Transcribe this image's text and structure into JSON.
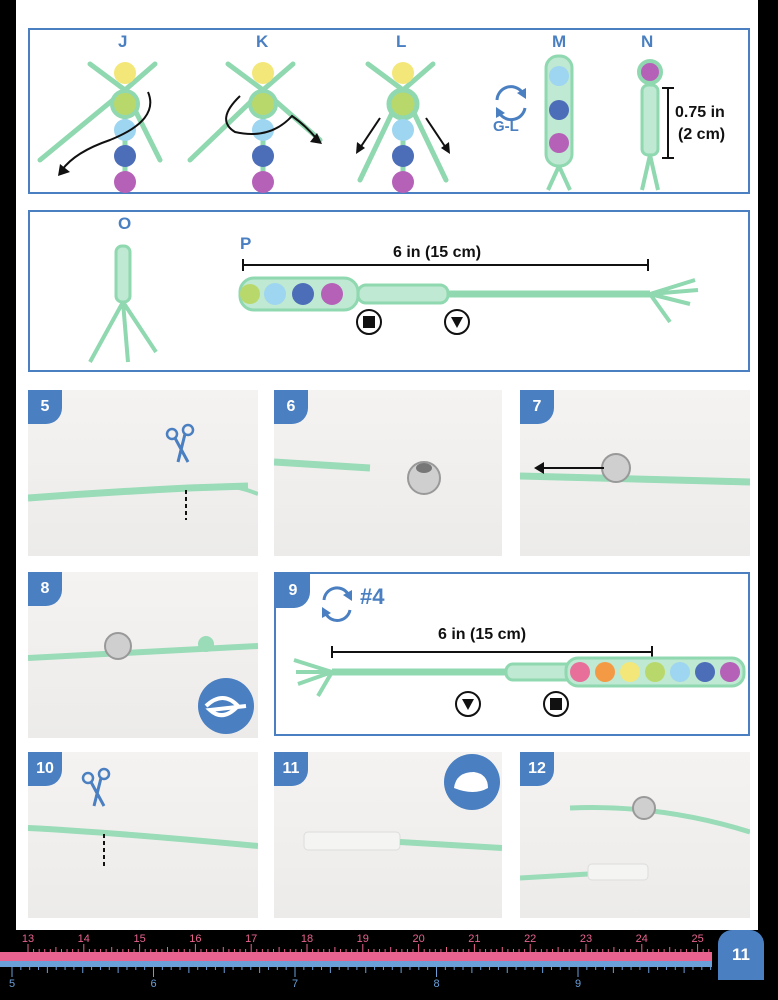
{
  "panel_top": {
    "labels": [
      "J",
      "K",
      "L",
      "M",
      "N"
    ],
    "repeat_label": "G-L",
    "measure_in": "0.75 in",
    "measure_cm": "(2 cm)"
  },
  "panel_mid": {
    "label_o": "O",
    "label_p": "P",
    "measure": "6 in (15 cm)"
  },
  "steps": {
    "s5": "5",
    "s6": "6",
    "s7": "7",
    "s8": "8",
    "s9": "9",
    "s10": "10",
    "s11": "11",
    "s12": "12"
  },
  "step9": {
    "repeat_ref": "#4",
    "measure": "6 in (15 cm)"
  },
  "ruler": {
    "cm_labels": [
      "13",
      "14",
      "15",
      "16",
      "17",
      "18",
      "19",
      "20",
      "21",
      "22",
      "23",
      "24",
      "25"
    ],
    "in_labels": [
      "5",
      "6",
      "7",
      "8",
      "9"
    ]
  },
  "page_number": "11",
  "colors": {
    "accent": "#4a7fc1",
    "cord": "#8fd8b0",
    "ruler_pink": "#e8638f",
    "ruler_blue": "#6a9fd8"
  },
  "icons": [
    "rotate-arrows-icon",
    "scissors-icon",
    "knot-icon",
    "whale-icon",
    "square-marker-icon",
    "triangle-marker-icon"
  ]
}
